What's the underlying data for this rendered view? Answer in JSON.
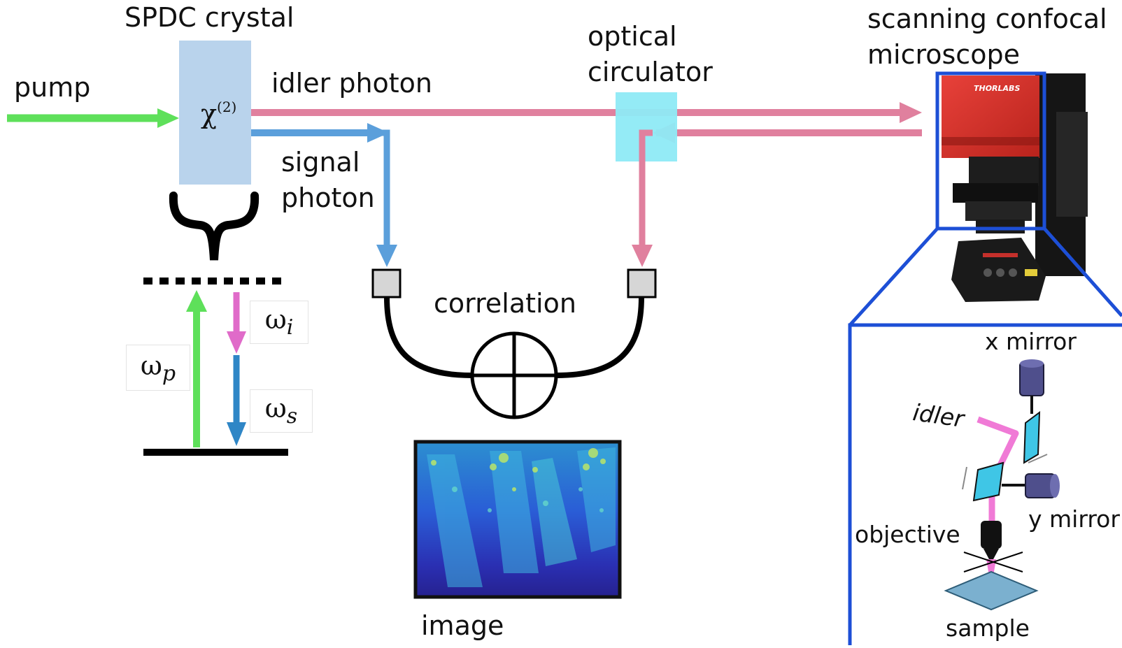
{
  "labels": {
    "spdc_crystal": "SPDC crystal",
    "pump": "pump",
    "idler_photon": "idler photon",
    "signal_photon_line1": "signal",
    "signal_photon_line2": "photon",
    "optical_circulator_line1": "optical",
    "optical_circulator_line2": "circulator",
    "scanning_confocal_line1": "scanning confocal",
    "scanning_confocal_line2": "microscope",
    "correlation": "correlation",
    "image": "image",
    "x_mirror": "x mirror",
    "y_mirror": "y mirror",
    "idler": "idler",
    "objective": "objective",
    "sample": "sample",
    "thorlabs_logo": "THORLABS"
  },
  "crystal": {
    "symbol": "χ",
    "superscript": "(2)"
  },
  "energy_levels": {
    "omega_p": {
      "base": "ω",
      "sub": "p"
    },
    "omega_i": {
      "base": "ω",
      "sub": "i"
    },
    "omega_s": {
      "base": "ω",
      "sub": "s"
    }
  },
  "colors": {
    "pump": "#5ee05a",
    "idler": "#e0809e",
    "signal": "#5b9fdb",
    "crystal_fill": "#b9d3ec",
    "circulator_fill": "#8eeaf6",
    "frame_blue": "#1d4fd6",
    "omega_i_arrow": "#e06bc9",
    "omega_s_arrow": "#2f86c6",
    "idler_beam_inset": "#f07ad6",
    "mirror_fill": "#3fc6e6",
    "mount_purple": "#4f4f8c"
  }
}
